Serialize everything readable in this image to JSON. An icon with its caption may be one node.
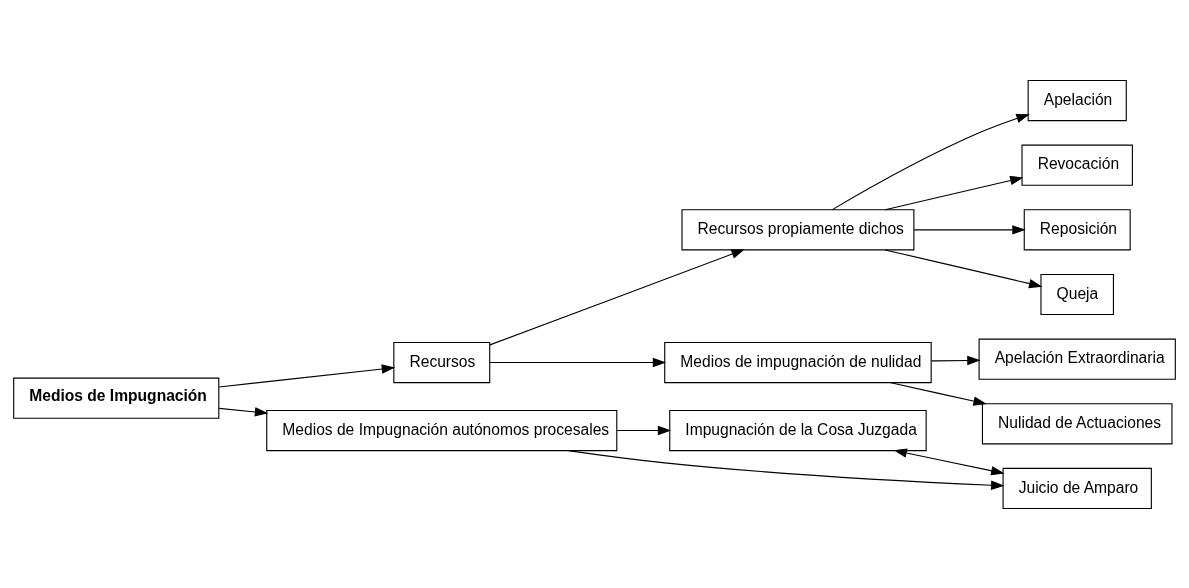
{
  "diagram": {
    "nodes": [
      {
        "text": [
          "Medios de Impugnación"
        ]
      },
      {
        "text": [
          "Recursos"
        ]
      },
      {
        "text": [
          "Recursos propiamente dichos"
        ]
      },
      {
        "text": [
          "Medios de impugnación de nulidad"
        ]
      },
      {
        "text": [
          "Apelación"
        ]
      },
      {
        "text": [
          "Revocación"
        ]
      },
      {
        "text": [
          "Reposición"
        ]
      },
      {
        "text": [
          "Queja"
        ]
      },
      {
        "text": [
          "Medios de Impugnación autónomos procesales"
        ]
      },
      {
        "text": [
          "Impugnación de la Cosa Juzgada"
        ]
      },
      {
        "text": [
          "Juicio de Amparo"
        ]
      },
      {
        "text": [
          "Apelación Extraordinaria"
        ]
      },
      {
        "text": [
          "Nulidad de Actuaciones"
        ]
      }
    ],
    "edges": [
      {
        "from": 0,
        "to": 1,
        "arrow": "to"
      },
      {
        "from": 1,
        "to": 2,
        "arrow": "to"
      },
      {
        "from": 1,
        "to": 3,
        "arrow": "to"
      },
      {
        "from": 2,
        "to": 4,
        "arrow": "to"
      },
      {
        "from": 2,
        "to": 5,
        "arrow": "to"
      },
      {
        "from": 2,
        "to": 6,
        "arrow": "to"
      },
      {
        "from": 2,
        "to": 7,
        "arrow": "to"
      },
      {
        "from": 0,
        "to": 8,
        "arrow": "to"
      },
      {
        "from": 3,
        "to": 11,
        "arrow": "to"
      },
      {
        "from": 3,
        "to": 12,
        "arrow": "to"
      },
      {
        "from": 9,
        "to": 10,
        "arrow": "both"
      },
      {
        "from": 8,
        "to": 9,
        "arrow": "to"
      },
      {
        "from": 8,
        "to": 10,
        "arrow": "to"
      }
    ]
  }
}
